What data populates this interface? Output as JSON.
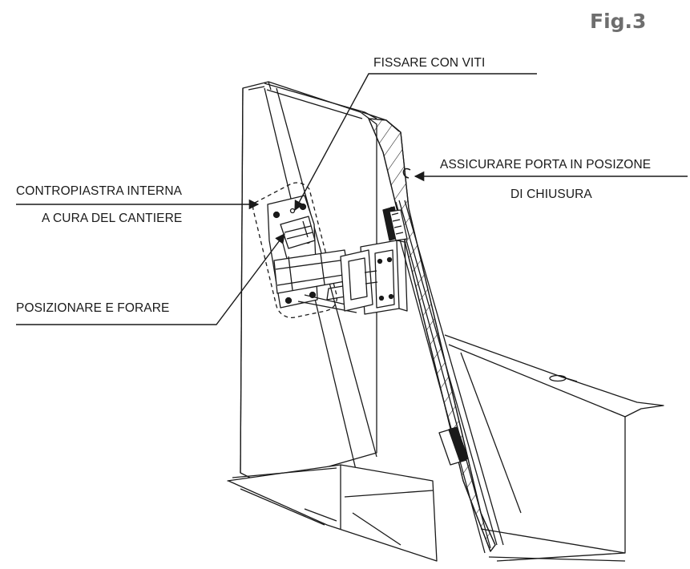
{
  "figure": {
    "title": "Fig.3"
  },
  "labels": {
    "fix_screws": "FISSARE CON VITI",
    "counterplate_line1": "CONTROPIASTRA INTERNA",
    "counterplate_line2": "A CURA DEL CANTIERE",
    "secure_door_line1": "ASSICURARE PORTA IN POSIZONE",
    "secure_door_line2": "DI CHIUSURA",
    "position_drill": "POSIZIONARE E FORARE"
  },
  "colors": {
    "line": "#1a1a1a",
    "title": "#6e6e6e",
    "dark_fill": "#1a1a1a"
  }
}
